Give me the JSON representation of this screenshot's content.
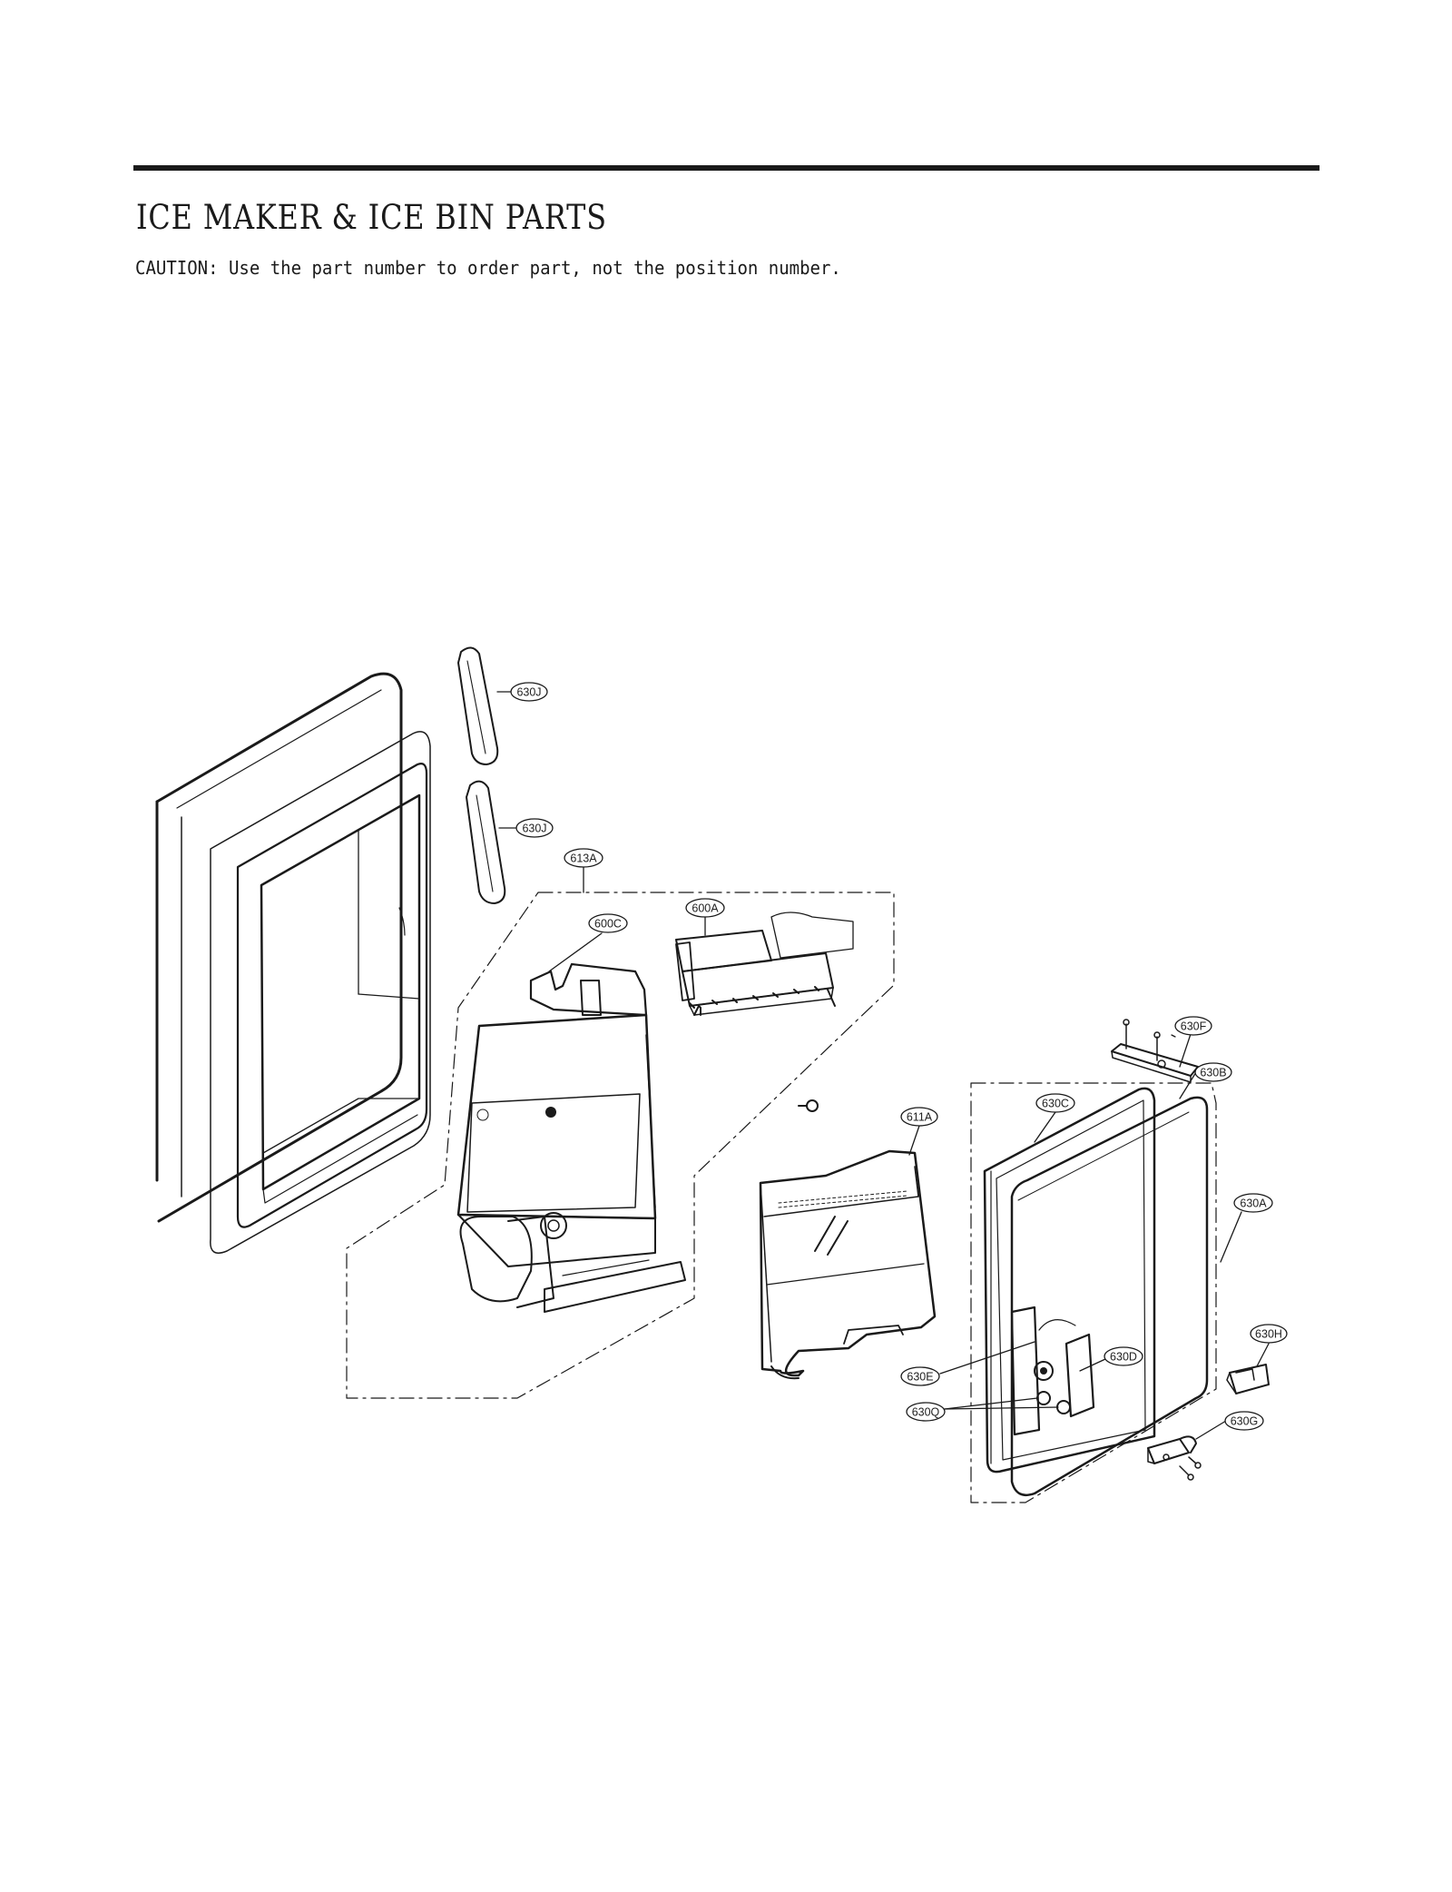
{
  "page": {
    "title": "ICE MAKER & ICE BIN PARTS",
    "caution": "CAUTION: Use the part number to order part, not the position number."
  },
  "diagram": {
    "callouts": [
      {
        "id": "630J-top",
        "label": "630J"
      },
      {
        "id": "630J-bottom",
        "label": "630J"
      },
      {
        "id": "613A",
        "label": "613A"
      },
      {
        "id": "600A",
        "label": "600A"
      },
      {
        "id": "600C",
        "label": "600C"
      },
      {
        "id": "630F",
        "label": "630F"
      },
      {
        "id": "630B",
        "label": "630B"
      },
      {
        "id": "630C",
        "label": "630C"
      },
      {
        "id": "611A",
        "label": "611A"
      },
      {
        "id": "630A",
        "label": "630A"
      },
      {
        "id": "630H",
        "label": "630H"
      },
      {
        "id": "630D",
        "label": "630D"
      },
      {
        "id": "630E",
        "label": "630E"
      },
      {
        "id": "630Q",
        "label": "630Q"
      },
      {
        "id": "630G",
        "label": "630G"
      }
    ]
  }
}
